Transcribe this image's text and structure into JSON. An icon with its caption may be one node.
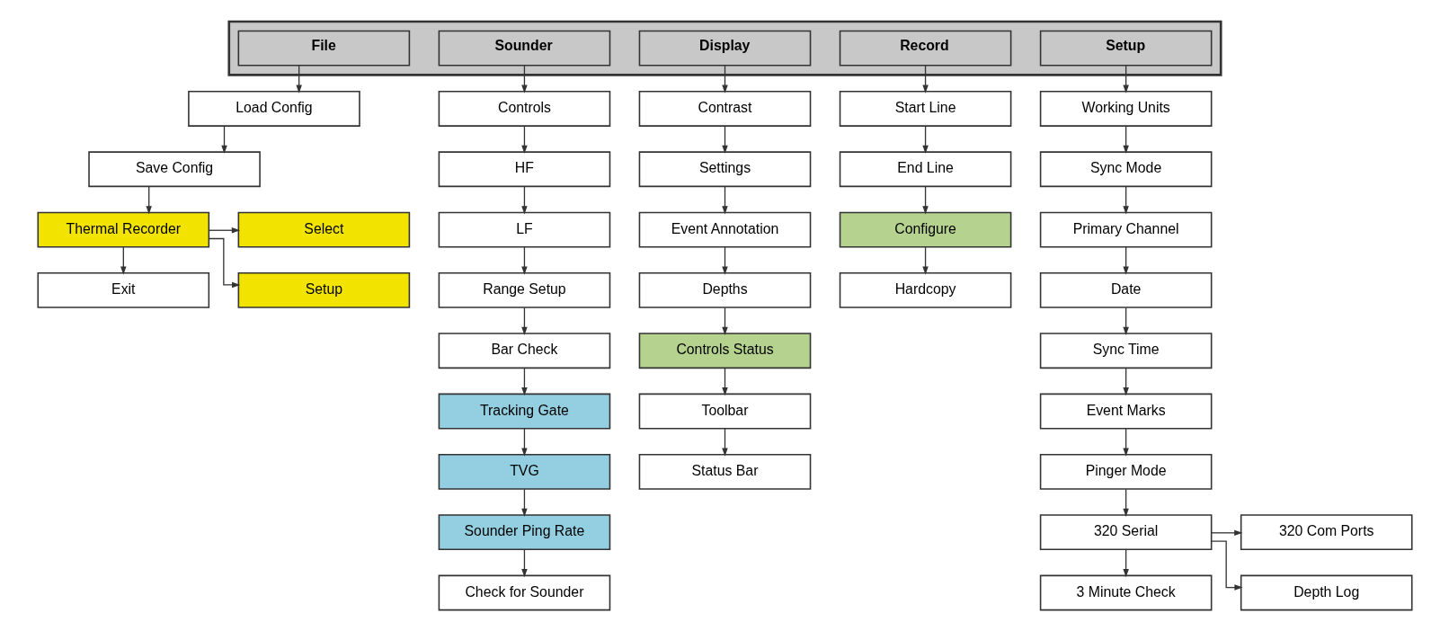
{
  "diagram": {
    "nodes": [
      {
        "text": [],
        "shape": "bar"
      },
      {
        "text": [
          "File"
        ],
        "in": 0
      },
      {
        "text": [
          "Sounder"
        ],
        "in": 0
      },
      {
        "text": [
          "Display"
        ],
        "in": 0
      },
      {
        "text": [
          "Record"
        ],
        "in": 0
      },
      {
        "text": [
          "Setup"
        ],
        "in": 0
      },
      {
        "text": [
          "Load Config"
        ]
      },
      {
        "text": [
          "Save Config"
        ]
      },
      {
        "text": [
          "Thermal Recorder"
        ]
      },
      {
        "text": [
          "Select"
        ]
      },
      {
        "text": [
          "Setup"
        ]
      },
      {
        "text": [
          "Exit"
        ]
      },
      {
        "text": [
          "Controls"
        ]
      },
      {
        "text": [
          "HF"
        ]
      },
      {
        "text": [
          "LF"
        ]
      },
      {
        "text": [
          "Range Setup"
        ]
      },
      {
        "text": [
          "Bar Check"
        ]
      },
      {
        "text": [
          "Tracking Gate"
        ]
      },
      {
        "text": [
          "TVG"
        ]
      },
      {
        "text": [
          "Sounder Ping Rate"
        ]
      },
      {
        "text": [
          "Check for Sounder"
        ]
      },
      {
        "text": [
          "Contrast"
        ]
      },
      {
        "text": [
          "Settings"
        ]
      },
      {
        "text": [
          "Event Annotation"
        ]
      },
      {
        "text": [
          "Depths"
        ]
      },
      {
        "text": [
          "Controls Status"
        ]
      },
      {
        "text": [
          "Toolbar"
        ]
      },
      {
        "text": [
          "Status Bar"
        ]
      },
      {
        "text": [
          "Start Line"
        ]
      },
      {
        "text": [
          "End Line"
        ]
      },
      {
        "text": [
          "Configure"
        ]
      },
      {
        "text": [
          "Hardcopy"
        ]
      },
      {
        "text": [
          "Working Units"
        ]
      },
      {
        "text": [
          "Sync Mode"
        ]
      },
      {
        "text": [
          "Primary Channel"
        ]
      },
      {
        "text": [
          "Date"
        ]
      },
      {
        "text": [
          "Sync Time"
        ]
      },
      {
        "text": [
          "Event Marks"
        ]
      },
      {
        "text": [
          "Pinger Mode"
        ]
      },
      {
        "text": [
          "320 Serial"
        ]
      },
      {
        "text": [
          "320 Com Ports"
        ]
      },
      {
        "text": [
          "Depth Log"
        ]
      },
      {
        "text": [
          "3 Minute Check"
        ]
      }
    ],
    "edges": [
      {
        "from": 1,
        "to": 6,
        "arrow": "to"
      },
      {
        "from": 6,
        "to": 7,
        "arrow": "to"
      },
      {
        "from": 7,
        "to": 8,
        "arrow": "to"
      },
      {
        "from": 8,
        "to": 11,
        "arrow": "to"
      },
      {
        "from": 8,
        "to": 9,
        "arrow": "to"
      },
      {
        "from": 8,
        "to": 10,
        "arrow": "to"
      },
      {
        "from": 2,
        "to": 12,
        "arrow": "to"
      },
      {
        "from": 12,
        "to": 13,
        "arrow": "to"
      },
      {
        "from": 13,
        "to": 14,
        "arrow": "to"
      },
      {
        "from": 14,
        "to": 15,
        "arrow": "to"
      },
      {
        "from": 15,
        "to": 16,
        "arrow": "to"
      },
      {
        "from": 16,
        "to": 17,
        "arrow": "to"
      },
      {
        "from": 17,
        "to": 18,
        "arrow": "to"
      },
      {
        "from": 18,
        "to": 19,
        "arrow": "to"
      },
      {
        "from": 19,
        "to": 20,
        "arrow": "to"
      },
      {
        "from": 3,
        "to": 21,
        "arrow": "to"
      },
      {
        "from": 21,
        "to": 22,
        "arrow": "to"
      },
      {
        "from": 22,
        "to": 23,
        "arrow": "to"
      },
      {
        "from": 23,
        "to": 24,
        "arrow": "to"
      },
      {
        "from": 24,
        "to": 25,
        "arrow": "to"
      },
      {
        "from": 25,
        "to": 26,
        "arrow": "to"
      },
      {
        "from": 26,
        "to": 27,
        "arrow": "to"
      },
      {
        "from": 4,
        "to": 28,
        "arrow": "to"
      },
      {
        "from": 28,
        "to": 29,
        "arrow": "to"
      },
      {
        "from": 29,
        "to": 30,
        "arrow": "to"
      },
      {
        "from": 30,
        "to": 31,
        "arrow": "to"
      },
      {
        "from": 5,
        "to": 32,
        "arrow": "to"
      },
      {
        "from": 32,
        "to": 33,
        "arrow": "to"
      },
      {
        "from": 33,
        "to": 34,
        "arrow": "to"
      },
      {
        "from": 34,
        "to": 35,
        "arrow": "to"
      },
      {
        "from": 35,
        "to": 36,
        "arrow": "to"
      },
      {
        "from": 36,
        "to": 37,
        "arrow": "to"
      },
      {
        "from": 37,
        "to": 38,
        "arrow": "to"
      },
      {
        "from": 38,
        "to": 39,
        "arrow": "to"
      },
      {
        "from": 39,
        "to": 42,
        "arrow": "to"
      },
      {
        "from": 39,
        "to": 40,
        "arrow": "to"
      },
      {
        "from": 39,
        "to": 41,
        "arrow": "to"
      }
    ]
  }
}
